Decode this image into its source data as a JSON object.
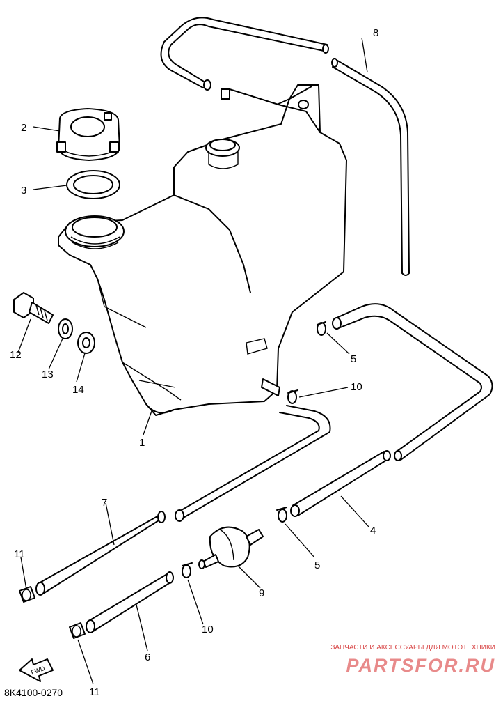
{
  "diagram_code": "8K4100-0270",
  "fwd_label": "FWD",
  "watermark": {
    "tagline": "ЗАПЧАСТИ И АКСЕССУАРЫ ДЛЯ МОТОТЕХНИКИ",
    "brand": "PARTSFOR.RU"
  },
  "callouts": {
    "c1": "1",
    "c2": "2",
    "c3": "3",
    "c4": "4",
    "c5a": "5",
    "c5b": "5",
    "c6": "6",
    "c7": "7",
    "c8": "8",
    "c9": "9",
    "c10a": "10",
    "c10b": "10",
    "c11a": "11",
    "c11b": "11",
    "c12": "12",
    "c13": "13",
    "c14": "14"
  }
}
